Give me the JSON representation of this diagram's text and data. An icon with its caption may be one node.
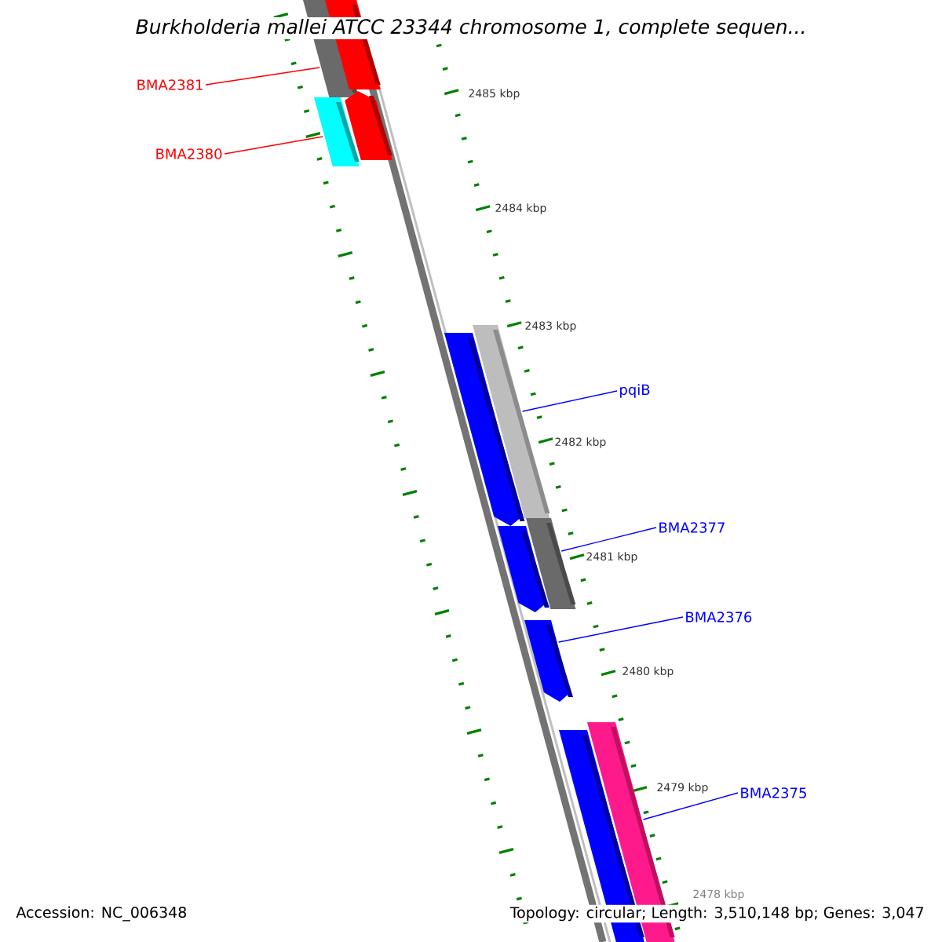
{
  "diagram": {
    "title": "Burkholderia mallei ATCC 23344 chromosome 1, complete sequen...",
    "nodes": [
      {
        "text": [
          "BMA2381"
        ]
      },
      {
        "text": [],
        "shape": "bar"
      },
      {
        "text": [
          "BMA2380"
        ]
      },
      {
        "text": [],
        "shape": "bar"
      },
      {
        "text": [
          "pqiB"
        ]
      },
      {
        "text": [],
        "shape": "bar"
      },
      {
        "text": [
          "BMA2377"
        ]
      },
      {
        "text": [],
        "shape": "bar"
      },
      {
        "text": [
          "BMA2376"
        ]
      },
      {
        "text": [],
        "shape": "arrow"
      },
      {
        "text": [
          "BMA2375"
        ]
      },
      {
        "text": [],
        "shape": "bar"
      },
      {
        "text": [],
        "shape": "bar"
      },
      {
        "text": [],
        "shape": "arrow-up"
      },
      {
        "text": [],
        "shape": "arrow"
      },
      {
        "text": [],
        "shape": "arrow"
      },
      {
        "text": [],
        "shape": "bar"
      }
    ],
    "edges": [
      {
        "from": 0,
        "to": 1,
        "arrow": "none",
        "color": "#ff0000"
      },
      {
        "from": 2,
        "to": 3,
        "arrow": "none",
        "color": "#ff0000"
      },
      {
        "from": 4,
        "to": 5,
        "arrow": "none"
      },
      {
        "from": 6,
        "to": 7,
        "arrow": "none"
      },
      {
        "from": 8,
        "to": 9,
        "arrow": "none"
      },
      {
        "from": 10,
        "to": 11,
        "arrow": "none"
      }
    ],
    "labels": [
      "2485 kbp",
      "2484 kbp",
      "2483 kbp",
      "2482 kbp",
      "2481 kbp",
      "2480 kbp",
      "2479 kbp",
      "2478 kbp",
      "Accession: NC_006348",
      "Topology: circular; Length: 3,510,148 bp; Genes: 3,047"
    ]
  }
}
